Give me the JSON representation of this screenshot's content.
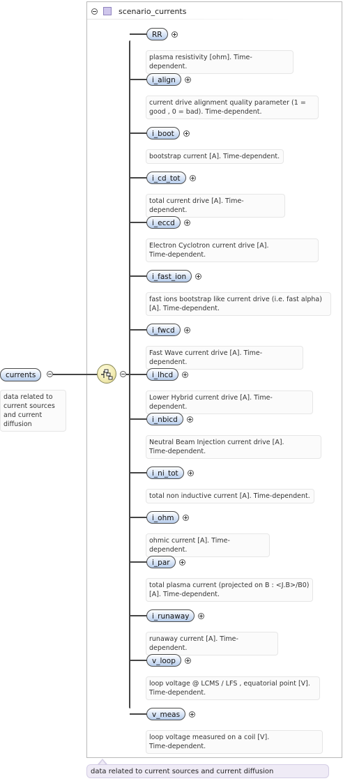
{
  "group": {
    "name": "scenario_currents"
  },
  "root": {
    "name": "currents",
    "doc": [
      "data related to",
      "current sources",
      "and current",
      "diffusion"
    ]
  },
  "footer": {
    "doc": "data related to current sources and current diffusion"
  },
  "items": [
    {
      "name": "RR",
      "doc": [
        "plasma resistivity [ohm]. Time-dependent."
      ]
    },
    {
      "name": "i_align",
      "doc": [
        "current drive alignment quality parameter (1 =",
        "good , 0 = bad). Time-dependent."
      ]
    },
    {
      "name": "i_boot",
      "doc": [
        "bootstrap current [A]. Time-dependent."
      ]
    },
    {
      "name": "i_cd_tot",
      "doc": [
        "total current drive [A]. Time-dependent."
      ]
    },
    {
      "name": "i_eccd",
      "doc": [
        "Electron Cyclotron current drive [A].",
        "Time-dependent."
      ]
    },
    {
      "name": "i_fast_ion",
      "doc": [
        "fast ions bootstrap like current drive (i.e. fast alpha)",
        "[A]. Time-dependent."
      ]
    },
    {
      "name": "i_fwcd",
      "doc": [
        "Fast Wave current drive [A]. Time-dependent."
      ]
    },
    {
      "name": "i_lhcd",
      "doc": [
        "Lower Hybrid current drive [A]. Time-dependent."
      ]
    },
    {
      "name": "i_nbicd",
      "doc": [
        "Neutral Beam Injection current drive [A].",
        "Time-dependent."
      ]
    },
    {
      "name": "i_ni_tot",
      "doc": [
        "total non inductive current [A]. Time-dependent."
      ]
    },
    {
      "name": "i_ohm",
      "doc": [
        "ohmic current [A]. Time-dependent."
      ]
    },
    {
      "name": "i_par",
      "doc": [
        "total plasma current (projected on B : <J.B>/B0)",
        "[A]. Time-dependent."
      ]
    },
    {
      "name": "i_runaway",
      "doc": [
        "runaway current [A]. Time-dependent."
      ]
    },
    {
      "name": "v_loop",
      "doc": [
        "loop voltage @ LCMS / LFS , equatorial point [V].",
        "Time-dependent."
      ]
    },
    {
      "name": "v_meas",
      "doc": [
        "loop voltage measured on a coil [V].",
        "Time-dependent."
      ]
    }
  ]
}
